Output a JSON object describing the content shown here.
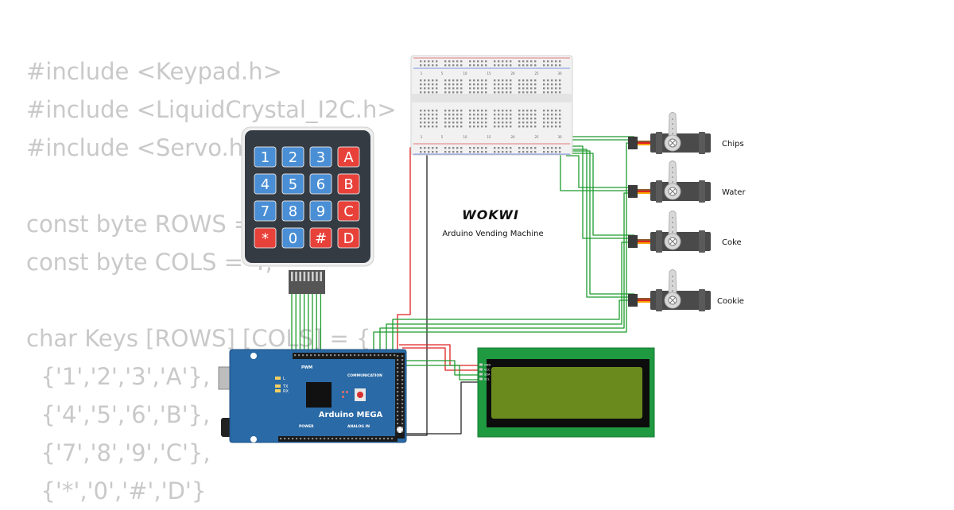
{
  "code_lines": [
    "#include <Keypad.h>",
    "#include <LiquidCrystal_I2C.h>",
    "#include <Servo.h>",
    "",
    "const byte ROWS = 4;",
    "const byte COLS = 4;",
    "",
    "char Keys [ROWS] [COLS] = {",
    "  {'1','2','3','A'},",
    "  {'4','5','6','B'},",
    "  {'7','8','9','C'},",
    "  {'*','0','#','D'}"
  ],
  "keypad": {
    "rows": [
      [
        "1",
        "2",
        "3",
        "A"
      ],
      [
        "4",
        "5",
        "6",
        "B"
      ],
      [
        "7",
        "8",
        "9",
        "C"
      ],
      [
        "*",
        "0",
        "#",
        "D"
      ]
    ],
    "colors": {
      "digit": "#4a8fd6",
      "letter": "#e8413a",
      "body": "#353b43",
      "border": "#ffffff"
    }
  },
  "logo": "WOKWI",
  "project_title": "Arduino Vending Machine",
  "servos": [
    {
      "label": "Chips"
    },
    {
      "label": "Water"
    },
    {
      "label": "Coke"
    },
    {
      "label": "Cookie"
    }
  ],
  "arduino": {
    "title": "Arduino MEGA",
    "header_pwm": "PWM",
    "header_comm": "COMMUNICATION",
    "header_power": "POWER",
    "header_analog": "ANALOG IN",
    "led_l": "L",
    "led_tx": "TX",
    "led_rx": "RX",
    "board_color": "#2a6aa6"
  },
  "lcd": {
    "pins": [
      "GND",
      "VCC",
      "SDA",
      "SCL"
    ],
    "pcb_color": "#1f9a40",
    "screen_color": "#6b8a1e"
  },
  "breadboard": {
    "column_labels": [
      "1",
      "5",
      "10",
      "15",
      "20",
      "25",
      "30"
    ]
  },
  "wire_colors": {
    "signal": "#1c9b2c",
    "power": "#e02020",
    "ground": "#222222"
  }
}
